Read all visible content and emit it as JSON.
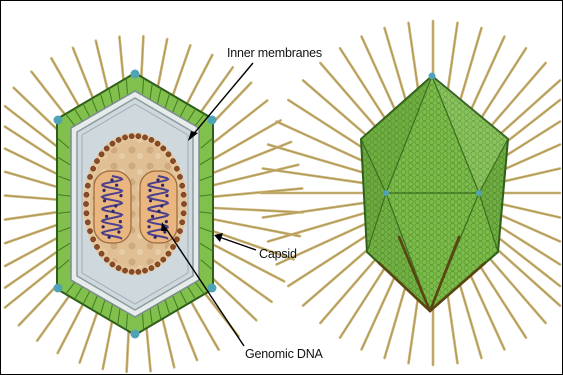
{
  "labels": {
    "inner_membranes": "Inner membranes",
    "capsid": "Capsid",
    "genomic_dna": "Genomic DNA"
  },
  "colors": {
    "capsid_green": "#7fbf4d",
    "capsid_dark": "#3f7a22",
    "fiber": "#c8b170",
    "vertex_teal": "#4fa3b5",
    "core_tan": "#dcb889",
    "core_brown": "#8a4a25",
    "dna_purple": "#4a3f8f"
  },
  "icons": {
    "left_figure": "virion-cross-section",
    "right_figure": "virion-exterior"
  }
}
